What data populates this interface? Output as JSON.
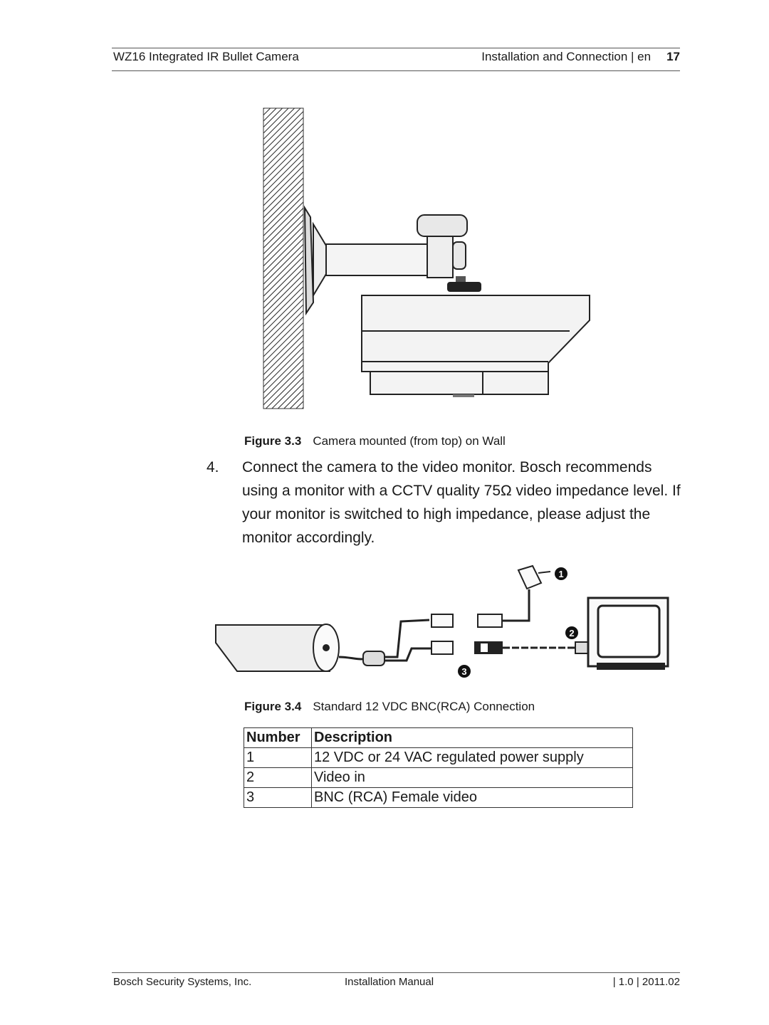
{
  "header": {
    "left": "WZ16 Integrated IR Bullet Camera",
    "right": "Installation and Connection | en",
    "page": "17"
  },
  "figure1": {
    "label": "Figure 3.3",
    "caption": "Camera mounted (from top) on Wall"
  },
  "step": {
    "number": "4.",
    "text": "Connect the camera to the video monitor. Bosch recommends using a monitor with a CCTV quality 75Ω video impedance level. If your monitor is switched to high impedance, please adjust the monitor accordingly."
  },
  "figure2": {
    "label": "Figure 3.4",
    "caption": "Standard 12 VDC BNC(RCA) Connection",
    "callouts": [
      "1",
      "2",
      "3"
    ]
  },
  "table": {
    "headers": [
      "Number",
      "Description"
    ],
    "rows": [
      [
        "1",
        "12 VDC or 24 VAC regulated power supply"
      ],
      [
        "2",
        "Video in"
      ],
      [
        "3",
        "BNC (RCA) Female video"
      ]
    ]
  },
  "footer": {
    "left": "Bosch Security Systems, Inc.",
    "center": "Installation Manual",
    "right": "| 1.0 | 2011.02"
  }
}
